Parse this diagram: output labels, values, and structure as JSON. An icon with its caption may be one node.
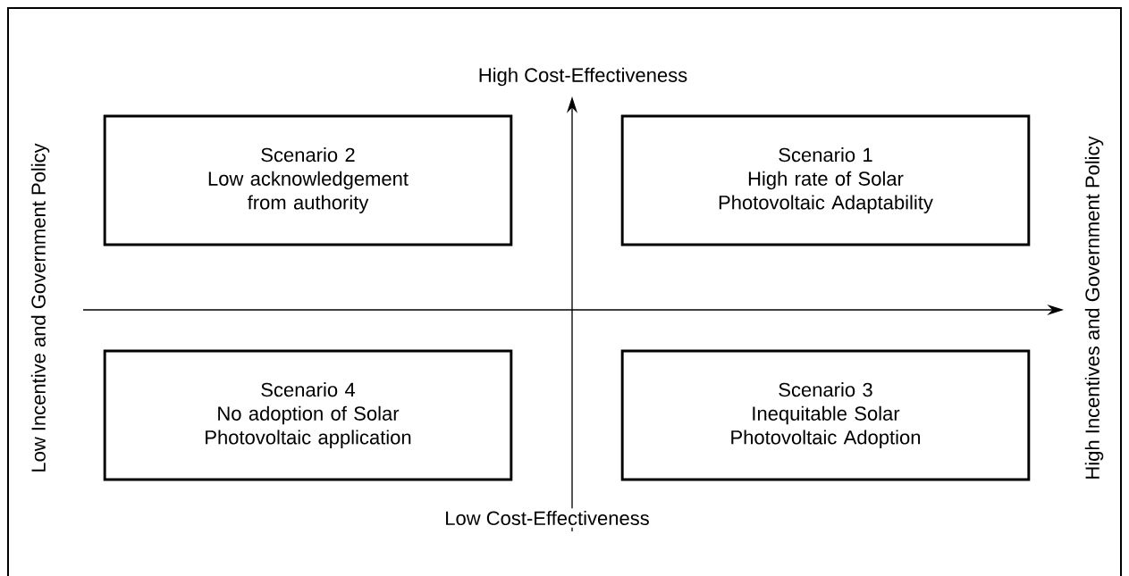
{
  "diagram": {
    "nodes": [
      {
        "text": [
          "Scenario 2",
          "Low acknowledgement from authority"
        ]
      },
      {
        "text": [
          "Scenario 1",
          "High rate of Solar Photovoltaic Adaptability"
        ]
      },
      {
        "text": [
          "Scenario 4",
          "No adoption of Solar Photovoltaic application"
        ]
      },
      {
        "text": [
          "Scenario 3",
          "Inequitable Solar Photovoltaic Adoption"
        ]
      }
    ],
    "labels": [
      "High Cost-Effectiveness",
      "Low Incentive and Government Policy",
      "High Incentives and Government Policy",
      "Low Cost-Effectiveness"
    ]
  }
}
